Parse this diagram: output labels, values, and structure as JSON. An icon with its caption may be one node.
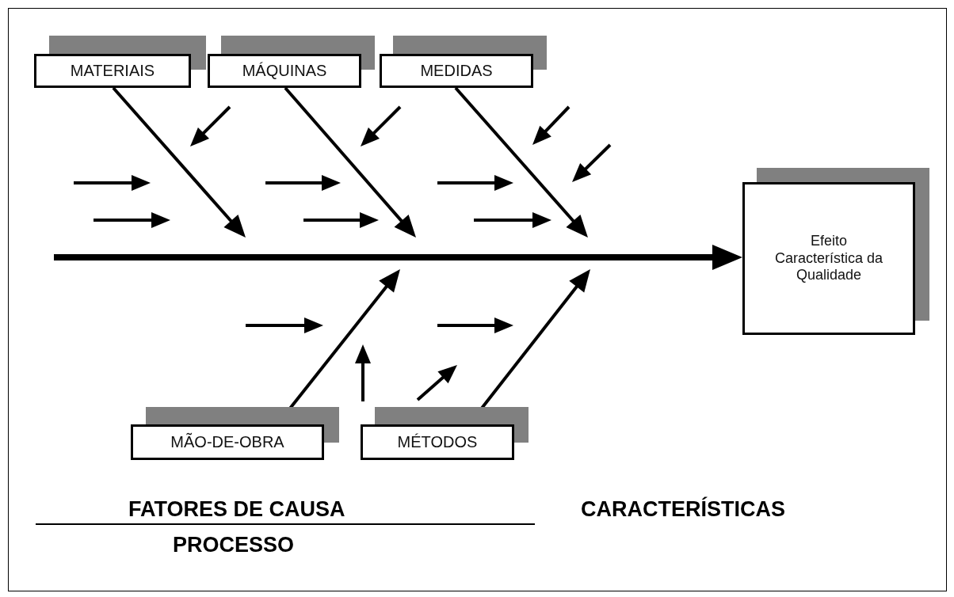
{
  "diagram": {
    "nodes": [
      {
        "text": [
          "MATERIAIS"
        ]
      },
      {
        "text": [
          "MÁQUINAS"
        ]
      },
      {
        "text": [
          "MEDIDAS"
        ]
      },
      {
        "text": [
          "Efeito",
          "Característica da Qualidade"
        ]
      },
      {
        "text": [
          "MÃO-DE-OBRA"
        ]
      },
      {
        "text": [
          "MÉTODOS"
        ]
      }
    ],
    "edges": [
      {
        "from": null,
        "to": 3,
        "arrow": "to",
        "style": "thick"
      },
      {
        "from": 0,
        "to": null,
        "arrow": "to"
      },
      {
        "from": 1,
        "to": null,
        "arrow": "to"
      },
      {
        "from": 2,
        "to": null,
        "arrow": "to"
      },
      {
        "from": 4,
        "to": null,
        "arrow": "to"
      },
      {
        "from": 5,
        "to": null,
        "arrow": "to"
      }
    ],
    "labels": [
      "FATORES DE CAUSA",
      "PROCESSO",
      "CARACTERÍSTICAS"
    ]
  }
}
